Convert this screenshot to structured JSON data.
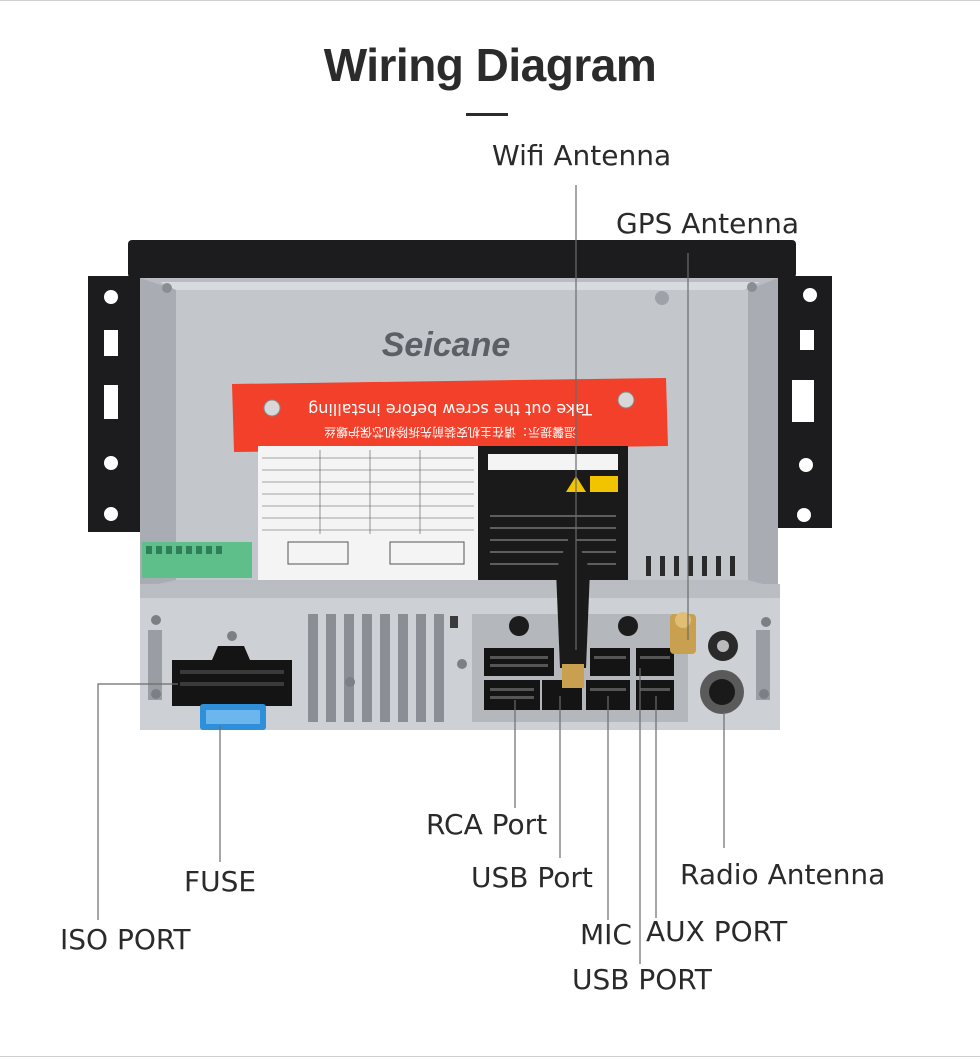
{
  "title": "Wiring Diagram",
  "brand": "Seicane",
  "warning_label": {
    "text_en": "Take out the screw before installing",
    "text_cn": "温馨提示：请在主机安装前先拆除机芯保护螺丝",
    "color": "#f2402a"
  },
  "labels": {
    "wifi_antenna": "Wifi Antenna",
    "gps_antenna": "GPS Antenna",
    "rca_port": "RCA Port",
    "usb_port_1": "USB Port",
    "radio_antenna": "Radio Antenna",
    "fuse": "FUSE",
    "iso_port": "ISO PORT",
    "mic": "MIC",
    "aux_port": "AUX PORT",
    "usb_port_2": "USB PORT"
  },
  "colors": {
    "chassis": "#c9ccd1",
    "bracket": "#1c1c1e",
    "fuse": "#2f8fd8",
    "leader": "#6b6b6b",
    "connector": "#141414",
    "gold": "#c8a050"
  }
}
